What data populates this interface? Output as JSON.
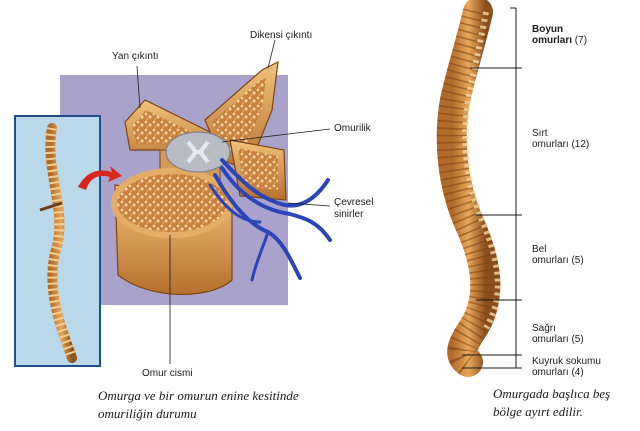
{
  "labels": {
    "lateral_process": "Yan çıkıntı",
    "spinous_process": "Dikensi çıkıntı",
    "spinal_cord": "Omurilik",
    "peripheral_nerves_line1": "Çevresel",
    "peripheral_nerves_line2": "sinirler",
    "vertebral_body": "Omur cismi"
  },
  "captions": {
    "left_line1": "Omurga ve bir omurun enine kesitinde",
    "left_line2": "omuriliğin durumu",
    "right_line1": "Omurgada başlıca beş",
    "right_line2": "bölge ayırt edilir."
  },
  "regions": [
    {
      "name_line1": "Boyun",
      "name_line2": "omurları",
      "count": "(7)"
    },
    {
      "name_line1": "Sırt",
      "name_line2": "omurları",
      "count": "(12)"
    },
    {
      "name_line1": "Bel",
      "name_line2": "omurları",
      "count": "(5)"
    },
    {
      "name_line1": "Sağrı",
      "name_line2": "omurları",
      "count": "(5)"
    },
    {
      "name_line1": "Kuyruk sokumu",
      "name_line2": "omurları",
      "count": "(4)"
    }
  ],
  "colors": {
    "panel_purple": "#a9a3cc",
    "panel_blue": "#b9d8ea",
    "bone": "#d7964a",
    "bone_dark": "#9c5a22",
    "nerve": "#2b45b8"
  }
}
